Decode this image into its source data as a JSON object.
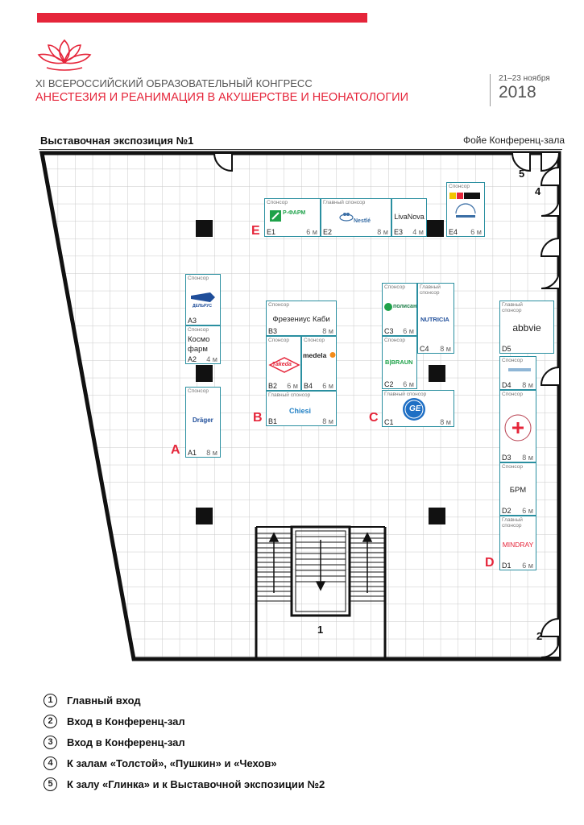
{
  "header": {
    "title_line1": "XI ВСЕРОССИЙСКИЙ ОБРАЗОВАТЕЛЬНЫЙ КОНГРЕСС",
    "title_line2": "АНЕСТЕЗИЯ И РЕАНИМАЦИЯ В АКУШЕРСТВЕ И НЕОНАТОЛОГИИ",
    "dates": "21–23 ноября",
    "year": "2018",
    "accent_color": "#e5253a"
  },
  "plan": {
    "title": "Выставочная экспозиция №1",
    "location": "Фойе Конференц-зала",
    "booth_color": "#2a8fa0"
  },
  "zones": {
    "a": "A",
    "b": "B",
    "c": "C",
    "d": "D",
    "e": "E"
  },
  "doors": {
    "d1": "1",
    "d2": "2",
    "d4": "4",
    "d5": "5"
  },
  "booths": {
    "e1": {
      "tag": "Спонсор",
      "code": "E1",
      "size": "6 м",
      "logo": "Р-ФАРМ"
    },
    "e2": {
      "tag": "Главный спонсор",
      "code": "E2",
      "size": "8 м",
      "logo": "Nestlé"
    },
    "e3": {
      "tag": "",
      "code": "E3",
      "size": "4 м",
      "name": "LivaNova"
    },
    "e4": {
      "tag": "Спонсор",
      "code": "E4",
      "size": "6 м"
    },
    "a3": {
      "tag": "Спонсор",
      "code": "A3",
      "logo": "ДЕЛЬРУС"
    },
    "a2": {
      "tag": "Спонсор",
      "code": "A2",
      "size": "4 м",
      "name1": "Космо",
      "name2": "фарм"
    },
    "a1": {
      "tag": "Спонсор",
      "code": "A1",
      "size": "8 м",
      "logo": "Dräger"
    },
    "b3": {
      "tag": "Спонсор",
      "code": "B3",
      "size": "8 м",
      "name": "Фрезениус Каби"
    },
    "b2": {
      "tag": "Спонсор",
      "code": "B2",
      "size": "6 м",
      "logo": "Takeda"
    },
    "b4": {
      "tag": "Спонсор",
      "code": "B4",
      "size": "6 м",
      "logo": "medela"
    },
    "b1": {
      "tag": "Главный спонсор",
      "code": "B1",
      "size": "8 м",
      "logo": "Chiesi"
    },
    "c3": {
      "tag": "Спонсор",
      "code": "C3",
      "size": "6 м",
      "logo": "полисан"
    },
    "c4": {
      "tag": "Главный спонсор",
      "code": "C4",
      "size": "8 м",
      "logo": "NUTRICIA"
    },
    "c2": {
      "tag": "Спонсор",
      "code": "C2",
      "size": "6 м",
      "logo": "B|BRAUN"
    },
    "c1": {
      "tag": "Главный спонсор",
      "code": "C1",
      "size": "8 м",
      "logo": "GE"
    },
    "d5": {
      "tag": "Главный спонсор",
      "code": "D5",
      "name": "abbvie"
    },
    "d4": {
      "tag": "Спонсор",
      "code": "D4",
      "size": "8 м"
    },
    "d3": {
      "tag": "Спонсор",
      "code": "D3",
      "size": "8 м"
    },
    "d2": {
      "tag": "Спонсор",
      "code": "D2",
      "size": "6 м",
      "name": "БРМ"
    },
    "d1": {
      "tag": "Главный спонсор",
      "code": "D1",
      "size": "6 м",
      "name": "MINDRAY"
    }
  },
  "legend": [
    {
      "num": "1",
      "text": "Главный вход"
    },
    {
      "num": "2",
      "text": "Вход в Конференц-зал"
    },
    {
      "num": "3",
      "text": "Вход в Конференц-зал"
    },
    {
      "num": "4",
      "text": "К залам «Толстой», «Пушкин» и «Чехов»"
    },
    {
      "num": "5",
      "text": "К залу «Глинка» и к Выставочной экспозиции №2"
    }
  ]
}
